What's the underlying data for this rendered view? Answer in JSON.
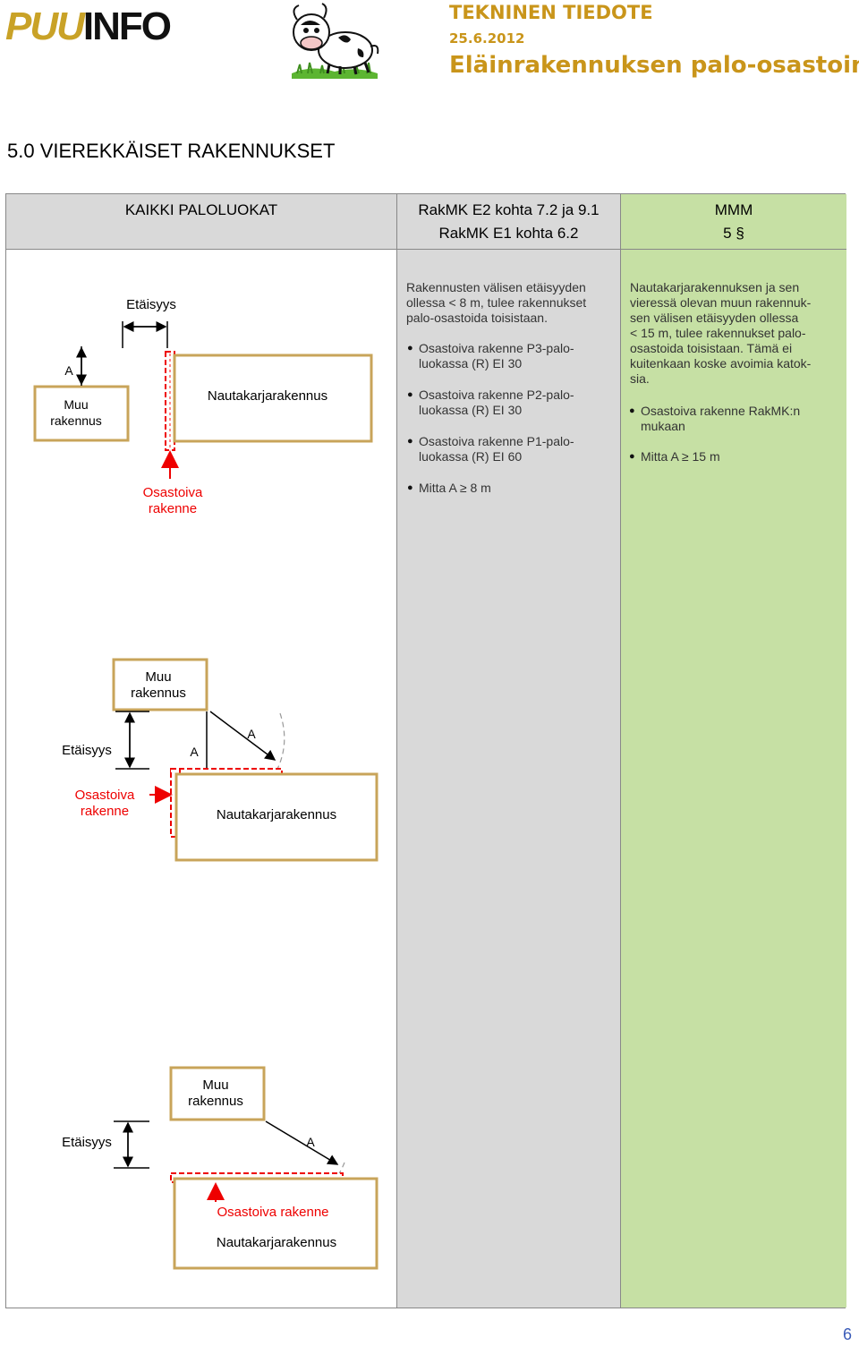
{
  "header": {
    "logo_puu": "PUU",
    "logo_info": "INFO",
    "doc_type": "TEKNINEN TIEDOTE",
    "date": "25.6.2012",
    "title": "Eläinrakennuksen palo-osastointi"
  },
  "section_title": "5.0 VIEREKKÄISET RAKENNUKSET",
  "table": {
    "col1_header": "KAIKKI PALOLUOKAT",
    "col2_header_line1": "RakMK E2 kohta 7.2 ja 9.1",
    "col2_header_line2": "RakMK E1 kohta 6.2",
    "col3_header_line1": "MMM",
    "col3_header_line2": "5 §",
    "col2_intro": [
      "Rakennusten välisen etäisyyden",
      "ollessa < 8 m, tulee rakennukset",
      "palo-osastoida toisistaan."
    ],
    "col2_bullets": [
      [
        "Osastoiva rakenne P3-palo-",
        "luokassa (R) EI 30"
      ],
      [
        "Osastoiva rakenne P2-palo-",
        "luokassa (R) EI 30"
      ],
      [
        "Osastoiva rakenne P1-palo-",
        "luokassa (R) EI 60"
      ],
      [
        "Mitta A ≥ 8 m"
      ]
    ],
    "col3_intro": [
      "Nautakarjarakennuksen ja sen",
      "vieressä olevan muun rakennuk-",
      "sen välisen etäisyyden ollessa",
      "< 15 m, tulee rakennukset palo-",
      "osastoida toisistaan. Tämä ei",
      "kuitenkaan koske avoimia katok-",
      "sia."
    ],
    "col3_bullets": [
      [
        "Osastoiva rakenne RakMK:n",
        "mukaan"
      ],
      [
        "Mitta A ≥ 15 m"
      ]
    ]
  },
  "diagrams": {
    "d1": {
      "distance": "Etäisyys",
      "dim_a": "A",
      "other_building": [
        "Muu",
        "rakennus"
      ],
      "cattle_building": "Nautakarjarakennus",
      "separating": [
        "Osastoiva",
        "rakenne"
      ]
    },
    "d2": {
      "other_building": [
        "Muu",
        "rakennus"
      ],
      "distance": "Etäisyys",
      "dim_a_left": "A",
      "dim_a_right": "A",
      "separating": [
        "Osastoiva",
        "rakenne"
      ],
      "cattle_building": "Nautakarjarakennus"
    },
    "d3": {
      "other_building": [
        "Muu",
        "rakennus"
      ],
      "distance": "Etäisyys",
      "dim_a": "A",
      "separating": "Osastoiva rakenne",
      "cattle_building": "Nautakarjarakennus"
    }
  },
  "page_number": "6"
}
